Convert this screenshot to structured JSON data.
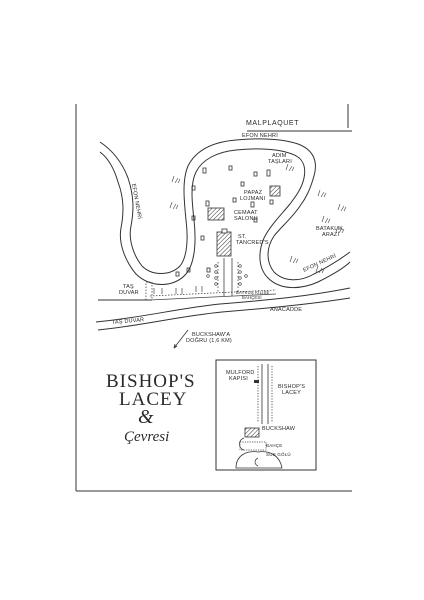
{
  "map": {
    "labels": {
      "malplaquet": "MALPLAQUET",
      "efon_nehri": "EFON NEHRİ",
      "adim_taslari_1": "ADIM",
      "adim_taslari_2": "TAŞLARI",
      "papaz_1": "PAPAZ",
      "papaz_2": "LOJMANI",
      "cemaat_1": "CEMAAT",
      "cemaat_2": "SALONU",
      "tancred_1": "ST.",
      "tancred_2": "TANCRED'S",
      "bataklik_1": "BATAKLIK",
      "bataklik_2": "ARAZİ",
      "tas_duvar_1": "TAŞ",
      "tas_duvar_2": "DUVAR",
      "tas_duvar_road": "TAŞ DUVAR",
      "bahce_1": "BAYKUŞ KİLİSE",
      "bahce_2": "BAHÇESİ",
      "anacadde": "ANACADDE",
      "buckshaw_1": "BUCKSHAW'A",
      "buckshaw_2": "DOĞRU (1,6 KM)"
    },
    "title": {
      "line1": "BISHOP'S",
      "line2": "LACEY",
      "amp": "&",
      "line3": "Çevresi"
    },
    "inset": {
      "mulford_1": "MULFORD",
      "mulford_2": "KAPISI",
      "bishops_1": "BISHOP'S",
      "bishops_2": "LACEY",
      "buckshaw": "BUCKSHAW",
      "bahce": "BAHÇE",
      "sus_golu": "SUS GÖLÜ"
    }
  }
}
